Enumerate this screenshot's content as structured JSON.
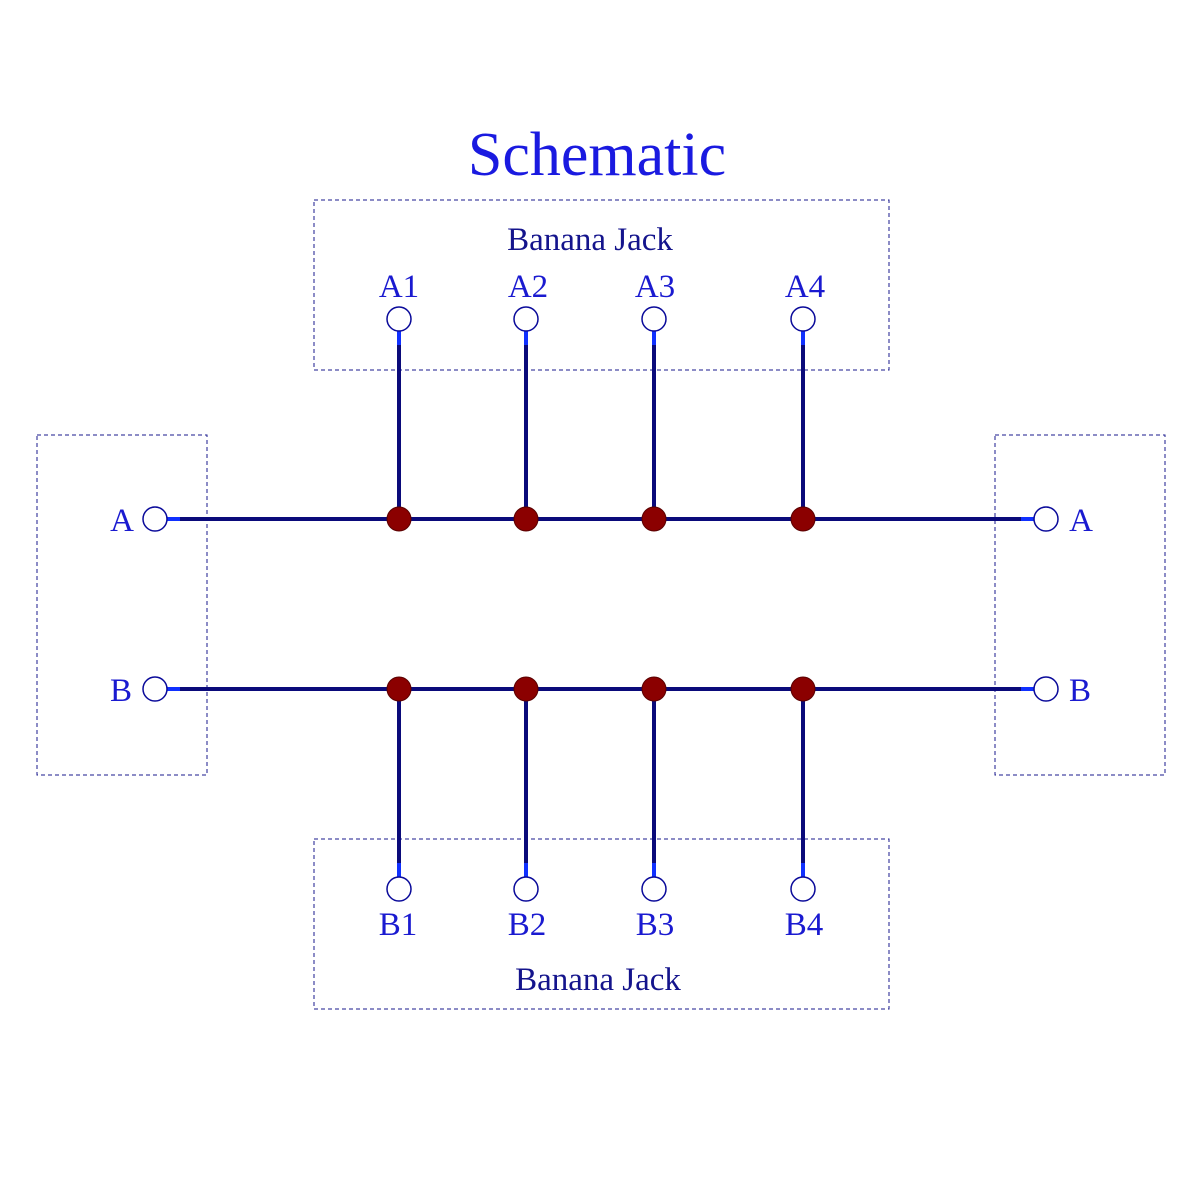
{
  "title": "Schematic",
  "top_box_label": "Banana Jack",
  "bottom_box_label": "Banana Jack",
  "top_jacks": [
    "A1",
    "A2",
    "A3",
    "A4"
  ],
  "bottom_jacks": [
    "B1",
    "B2",
    "B3",
    "B4"
  ],
  "left_terminals": [
    "A",
    "B"
  ],
  "right_terminals": [
    "A",
    "B"
  ],
  "colors": {
    "title": "#1a1ae0",
    "label": "#14148c",
    "terminal_label": "#1a1ad0",
    "wire": "#0a0a7a",
    "junction": "#8b0000"
  }
}
